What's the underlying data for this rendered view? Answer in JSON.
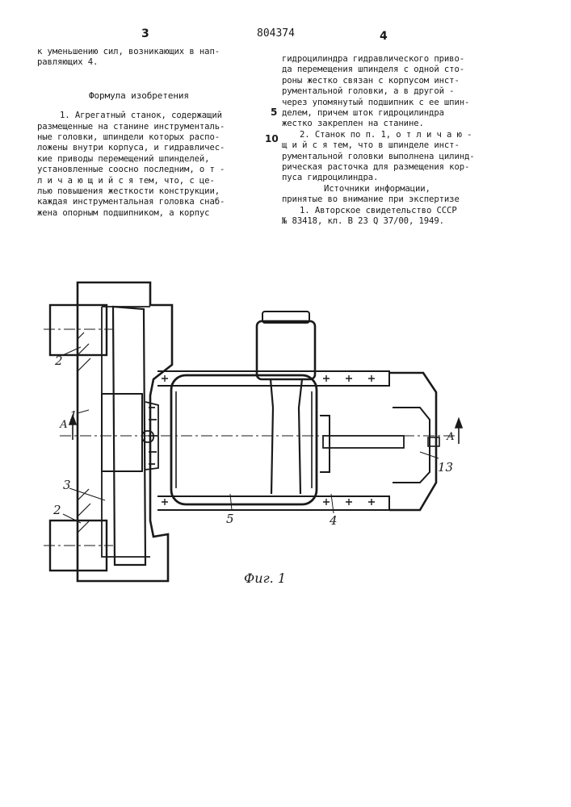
{
  "header": {
    "page_left": "3",
    "patent_number": "804374",
    "page_right": "4"
  },
  "left_column": {
    "intro_lines": [
      "к уменьшению сил, возникающих в нап-",
      "равляющих 4."
    ],
    "section_title": "Формула изобретения",
    "claim1_lines": [
      "1. Агрегатный станок, содержащий",
      "размещенные на станине инструменталь-",
      "ные головки, шпиндели которых распо-",
      "ложены внутри корпуса, и гидравличес-",
      "кие приводы перемещений шпинделей,",
      "установленные соосно последним, о т -",
      "л и ч а ю щ и й с я  тем, что, с це-",
      "лью повышения жесткости конструкции,",
      "каждая инструментальная головка снаб-",
      "жена опорным подшипником, а корпус"
    ]
  },
  "right_column": {
    "claim1_cont_lines": [
      "гидроцилиндра гидравлического приво-",
      "да перемещения шпинделя с одной сто-",
      "роны жестко связан с корпусом инст-",
      "рументальной головки, а в другой -",
      "через упомянутый подшипник с ее шпин-",
      "делем, причем шток гидроцилиндра",
      "жестко закреплен на станине."
    ],
    "claim2_lines": [
      "2. Станок по п. 1, о т л и ч а ю -",
      "щ и й с я  тем, что в шпинделе инст-",
      "рументальной головки выполнена цилинд-",
      "рическая расточка для размещения кор-",
      "пуса гидроцилиндра."
    ],
    "sources_lines": [
      "Источники информации,",
      "принятые во внимание при экспертизе",
      "1. Авторское свидетельство СССР",
      "№ 83418, кл. В 23 Q 37/00, 1949."
    ]
  },
  "line_numbers": [
    "5",
    "10"
  ],
  "figure": {
    "caption": "Фиг. 1",
    "labels": {
      "frame": "1",
      "bracket_top": "2",
      "bracket_bottom": "2",
      "spindle": "3",
      "guides": "4",
      "housing": "5",
      "tool_head": "13",
      "section_left": "А",
      "section_right": "А"
    }
  }
}
